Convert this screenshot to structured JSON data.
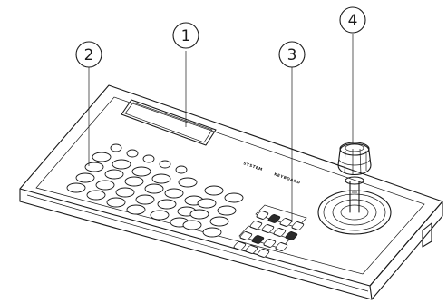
{
  "callouts": [
    {
      "id": "1",
      "label": "1"
    },
    {
      "id": "2",
      "label": "2"
    },
    {
      "id": "3",
      "label": "3"
    },
    {
      "id": "4",
      "label": "4"
    }
  ],
  "panel_legend": {
    "left": "SYSTEM",
    "right": "KEYBOARD"
  }
}
